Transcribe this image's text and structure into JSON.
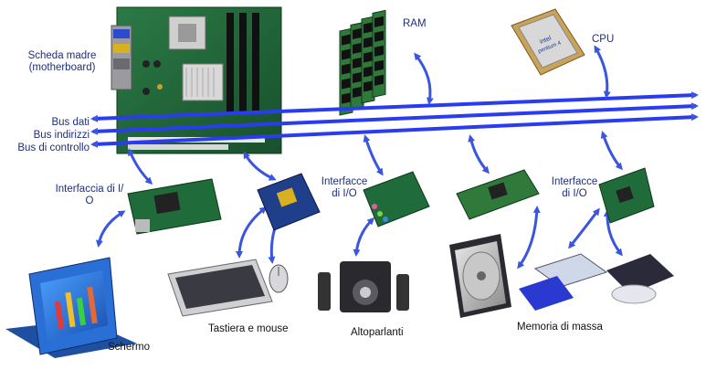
{
  "labels": {
    "motherboard_line1": "Scheda madre",
    "motherboard_line2": "(motherboard)",
    "ram": "RAM",
    "cpu": "CPU",
    "bus_data": "Bus dati",
    "bus_address": "Bus indirizzi",
    "bus_control": "Bus di controllo",
    "io_left_line1": "Interfaccia di I/",
    "io_left_line2": "O",
    "io_mid_line1": "Interfacce",
    "io_mid_line2": "di I/O",
    "io_right_line1": "Interfacce",
    "io_right_line2": "di I/O",
    "keyboard_mouse": "Tastiera e mouse",
    "speakers": "Altoparlanti",
    "storage": "Memoria di massa",
    "screen": "Schermo"
  },
  "chip_text": {
    "cpu_brand": "intel",
    "cpu_model": "pentium 4"
  },
  "colors": {
    "bus_blue": "#2a3cf0",
    "arrow_blue": "#3a55e0",
    "label_blue": "#1f2f7a",
    "pcb_green": "#1f6b3a",
    "monitor_blue": "#2a6fd6"
  },
  "icons": [
    "motherboard-icon",
    "ram-icon",
    "cpu-icon",
    "io-card-icon",
    "monitor-icon",
    "keyboard-icon",
    "mouse-icon",
    "speaker-icon",
    "hard-disk-icon",
    "floppy-drive-icon",
    "optical-drive-icon"
  ]
}
